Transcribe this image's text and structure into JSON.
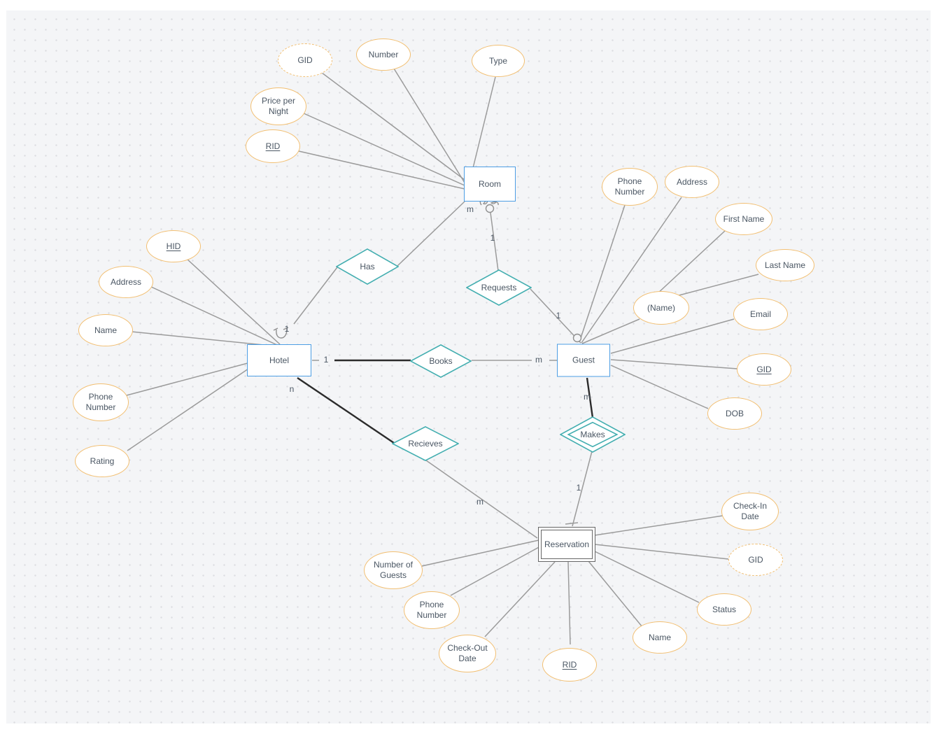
{
  "colors": {
    "page_bg": "#ffffff",
    "canvas_bg": "#f4f5f7",
    "grid_dot": "#dcdde1",
    "entity_border": "#4d9ee4",
    "weak_entity_border": "#666666",
    "attribute_border": "#f2bf72",
    "relationship_border": "#43aeb0",
    "edge": "#9b9b9b",
    "edge_strong": "#2b2b2b",
    "text": "#4a5663"
  },
  "entities": {
    "room": {
      "label": "Room",
      "type": "entity"
    },
    "hotel": {
      "label": "Hotel",
      "type": "entity"
    },
    "guest": {
      "label": "Guest",
      "type": "entity"
    },
    "reservation": {
      "label": "Reservation",
      "type": "weak-entity"
    }
  },
  "relationships": {
    "has": {
      "label": "Has",
      "between": [
        "Hotel",
        "Room"
      ]
    },
    "requests": {
      "label": "Requests",
      "between": [
        "Room",
        "Guest"
      ]
    },
    "books": {
      "label": "Books",
      "between": [
        "Hotel",
        "Guest"
      ]
    },
    "makes": {
      "label": "Makes",
      "between": [
        "Guest",
        "Reservation"
      ],
      "identifying": true
    },
    "recieves": {
      "label": "Recieves",
      "between": [
        "Hotel",
        "Reservation"
      ]
    }
  },
  "attributes": {
    "room_gid": {
      "label": "GID",
      "owner": "Room",
      "kind": "derived"
    },
    "room_number": {
      "label": "Number",
      "owner": "Room",
      "kind": "simple"
    },
    "room_type": {
      "label": "Type",
      "owner": "Room",
      "kind": "simple"
    },
    "room_price": {
      "label": "Price per Night",
      "owner": "Room",
      "kind": "simple"
    },
    "room_rid": {
      "label": "RID",
      "owner": "Room",
      "kind": "key"
    },
    "hotel_hid": {
      "label": "HID",
      "owner": "Hotel",
      "kind": "key"
    },
    "hotel_address": {
      "label": "Address",
      "owner": "Hotel",
      "kind": "simple"
    },
    "hotel_name": {
      "label": "Name",
      "owner": "Hotel",
      "kind": "simple"
    },
    "hotel_phone": {
      "label": "Phone Number",
      "owner": "Hotel",
      "kind": "simple"
    },
    "hotel_rating": {
      "label": "Rating",
      "owner": "Hotel",
      "kind": "simple"
    },
    "guest_phone": {
      "label": "Phone Number",
      "owner": "Guest",
      "kind": "simple"
    },
    "guest_address": {
      "label": "Address",
      "owner": "Guest",
      "kind": "simple"
    },
    "guest_first_name": {
      "label": "First Name",
      "owner": "Guest",
      "kind": "component"
    },
    "guest_last_name": {
      "label": "Last Name",
      "owner": "Guest",
      "kind": "component"
    },
    "guest_name": {
      "label": "(Name)",
      "owner": "Guest",
      "kind": "composite"
    },
    "guest_email": {
      "label": "Email",
      "owner": "Guest",
      "kind": "simple"
    },
    "guest_gid": {
      "label": "GID",
      "owner": "Guest",
      "kind": "key"
    },
    "guest_dob": {
      "label": "DOB",
      "owner": "Guest",
      "kind": "simple"
    },
    "res_checkin": {
      "label": "Check-In Date",
      "owner": "Reservation",
      "kind": "simple"
    },
    "res_gid": {
      "label": "GID",
      "owner": "Reservation",
      "kind": "derived"
    },
    "res_status": {
      "label": "Status",
      "owner": "Reservation",
      "kind": "simple"
    },
    "res_name": {
      "label": "Name",
      "owner": "Reservation",
      "kind": "simple"
    },
    "res_rid": {
      "label": "RID",
      "owner": "Reservation",
      "kind": "key"
    },
    "res_checkout": {
      "label": "Check-Out Date",
      "owner": "Reservation",
      "kind": "simple"
    },
    "res_phone": {
      "label": "Phone Number",
      "owner": "Reservation",
      "kind": "simple"
    },
    "res_numguests": {
      "label": "Number of Guests",
      "owner": "Reservation",
      "kind": "simple"
    }
  },
  "cardinalities": {
    "has_hotel": "1",
    "has_room": "m",
    "requests_room": "1",
    "requests_guest": "1",
    "books_hotel": "1",
    "books_guest": "m",
    "makes_guest": "m",
    "makes_reservation": "1",
    "recieves_hotel": "n",
    "recieves_reservation": "m"
  }
}
